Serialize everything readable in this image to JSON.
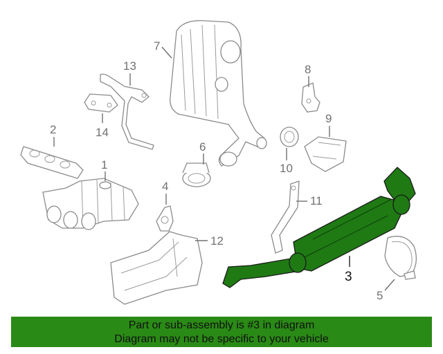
{
  "callouts": [
    "1",
    "2",
    "3",
    "4",
    "5",
    "6",
    "7",
    "8",
    "9",
    "10",
    "11",
    "12",
    "13",
    "14"
  ],
  "highlight": {
    "part": "3",
    "color": "#1f7a14"
  },
  "footer": {
    "line1": "Part or sub-assembly is #3 in diagram",
    "line2": "Diagram may not be specific to your vehicle",
    "background": "#2a8a16"
  }
}
